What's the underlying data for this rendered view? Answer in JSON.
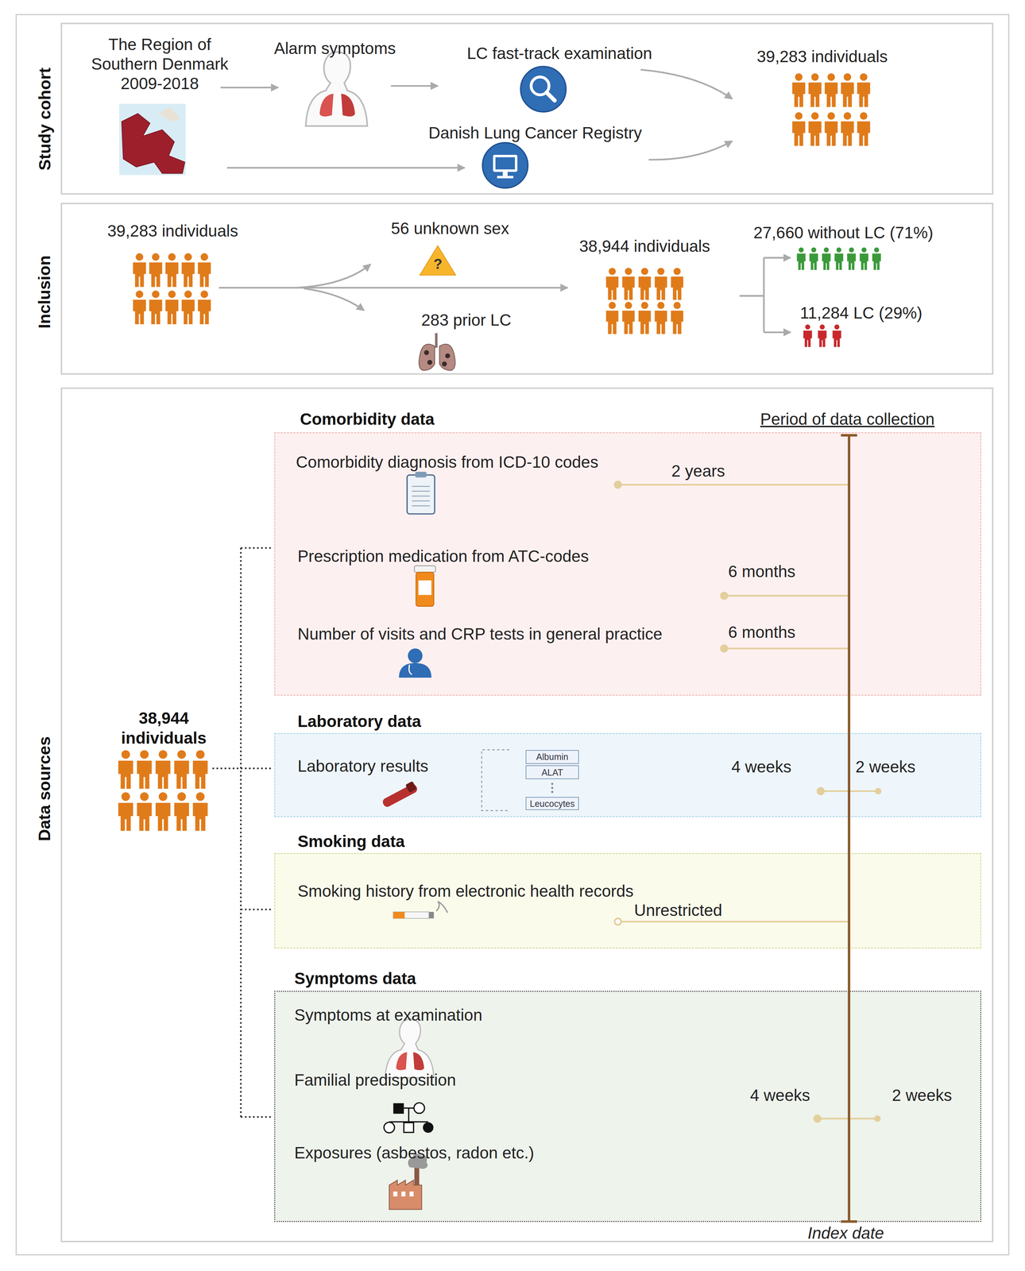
{
  "diagram": {
    "nodes": [
      {
        "text": [
          "Study cohort",
          "The Region of Southern Denmark 2009-2018",
          "Alarm symptoms",
          "LC fast-track examination",
          "Danish Lung Cancer Registry",
          "39,283 individuals"
        ]
      },
      {
        "text": [
          "Inclusion",
          "39,283 individuals",
          "56 unknown sex",
          "283 prior LC",
          "38,944 individuals",
          "27,660 without LC (71%)",
          "11,284 LC (29%)"
        ]
      },
      {
        "text": [
          "?"
        ],
        "in": 1
      },
      {
        "text": [
          "Data sources",
          "38,944 individuals",
          "Period of data collection",
          "Index date"
        ]
      },
      {
        "text": [
          "Comorbidity data",
          "Comorbidity diagnosis from ICD-10 codes",
          "2 years",
          "Prescription medication from ATC-codes",
          "6 months",
          "Number of visits and CRP tests in general practice",
          "6 months"
        ],
        "in": 3
      },
      {
        "text": [
          "Laboratory data",
          "Laboratory results",
          "4 weeks",
          "2 weeks"
        ],
        "in": 3
      },
      {
        "text": [
          "Albumin"
        ],
        "in": 5
      },
      {
        "text": [
          "ALAT"
        ],
        "in": 5
      },
      {
        "text": [
          "Leucocytes"
        ],
        "in": 5
      },
      {
        "text": [
          "Smoking data",
          "Smoking history from electronic health records",
          "Unrestricted"
        ],
        "in": 3
      },
      {
        "text": [
          "Symptoms data",
          "Symptoms at examination",
          "Familial predisposition",
          "Exposures (asbestos, radon etc.)",
          "4 weeks",
          "2 weeks"
        ],
        "in": 3
      }
    ]
  }
}
